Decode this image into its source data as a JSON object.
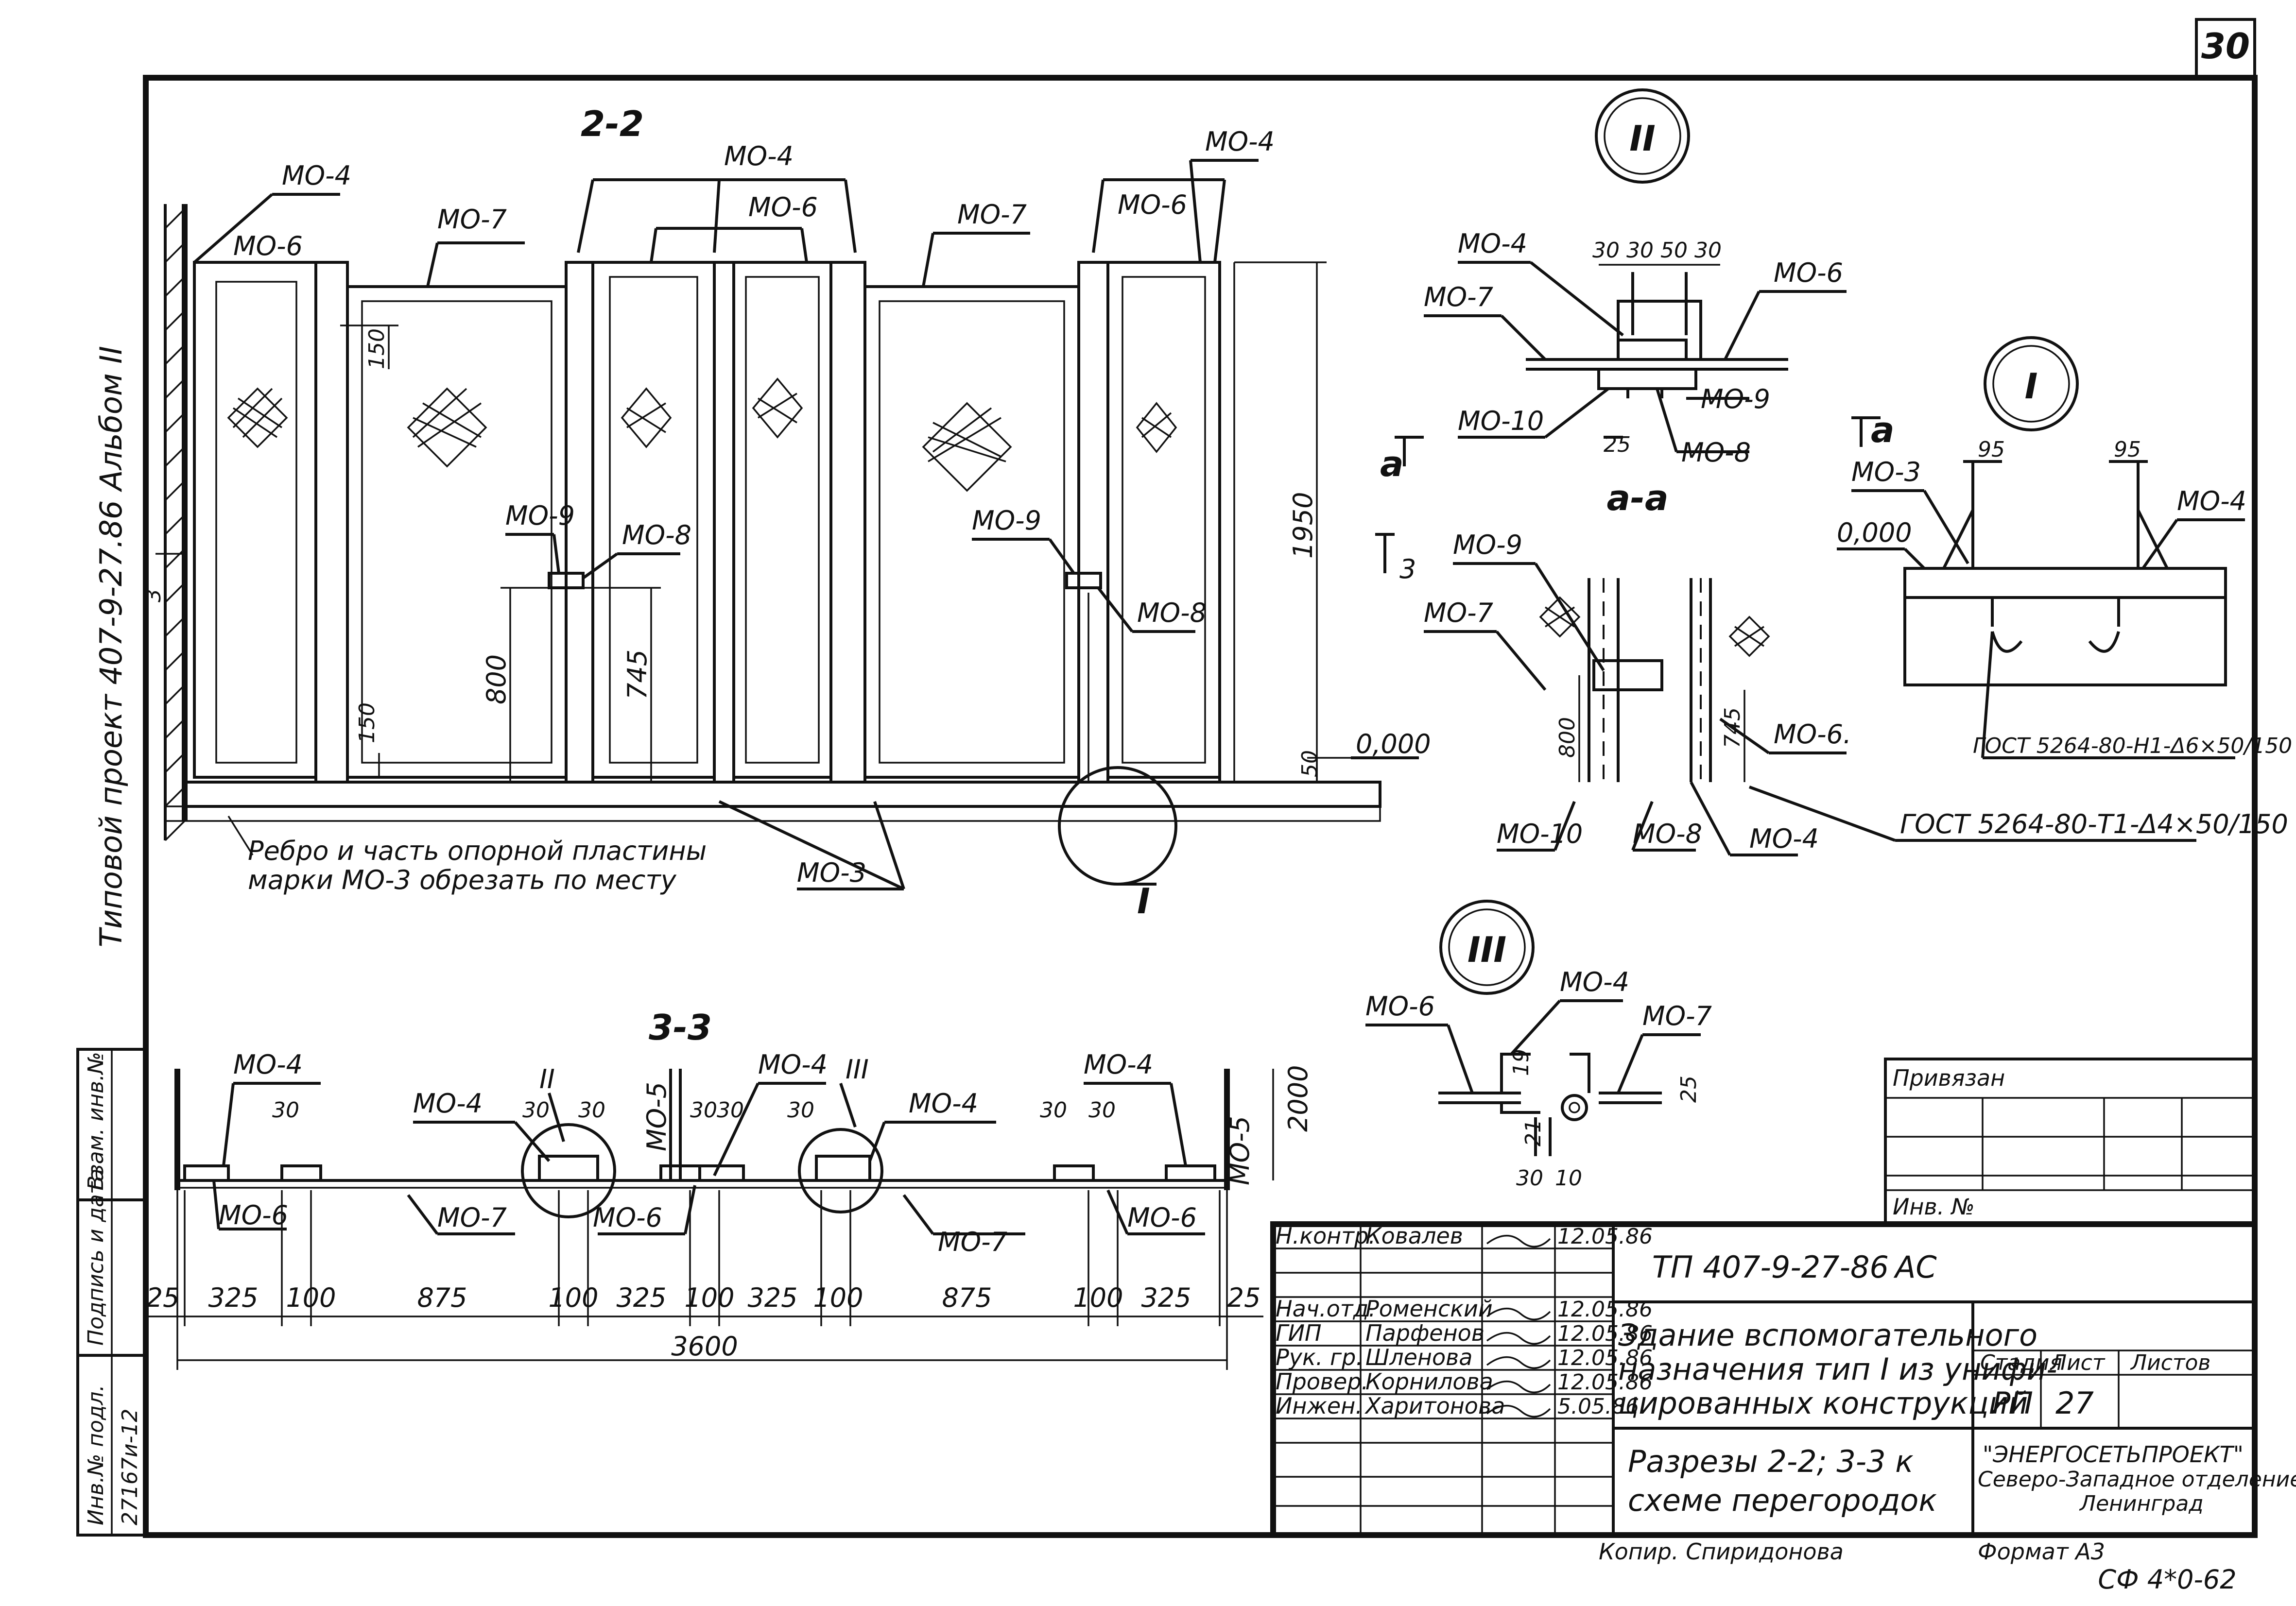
{
  "sheet": {
    "page_number": "30",
    "side_stamp": "Типовой проект 407-9-27.86 Альбом II",
    "side_block": [
      "Инв.№ подл.",
      "Подпись и дата",
      "Взам. инв.№"
    ],
    "side_inv": "27167и-12",
    "bottom_code": "СФ 4*0-62"
  },
  "section_22": {
    "title": "2-2",
    "labels": {
      "mo4": "МО-4",
      "mo6": "МО-6",
      "mo7": "МО-7",
      "mo9": "МО-9",
      "mo8": "МО-8",
      "mo3": "МО-3"
    },
    "dims": {
      "h1950": "1950",
      "h800": "800",
      "h745": "745",
      "d150": "150",
      "d50": "50",
      "level": "0,000",
      "cut_mark": "3"
    },
    "note_line1": "Ребро и часть опорной пластины",
    "note_line2": "марки МО-3 обрезать по месту",
    "callout_I": "I"
  },
  "section_33": {
    "title": "3-3",
    "labels": {
      "mo4": "МО-4",
      "mo5": "МО-5",
      "mo6": "МО-6",
      "mo7": "МО-7",
      "mark_II": "II",
      "mark_III": "III"
    },
    "d30": "30",
    "d2000": "2000",
    "bottom_dims": [
      "25",
      "325",
      "100",
      "875",
      "100",
      "325",
      "100",
      "325",
      "100",
      "875",
      "100",
      "325",
      "25"
    ],
    "total": "3600"
  },
  "detail_II": {
    "mark": "II",
    "labels": {
      "mo4": "МО-4",
      "mo6": "МО-6",
      "mo7": "МО-7",
      "mo9": "МО-9",
      "mo10": "МО-10",
      "mo8": "МО-8"
    },
    "top_dims": "30 30 50 30",
    "d25": "25",
    "cut_left": "а",
    "cut_right": "а"
  },
  "section_aa": {
    "title": "а-а",
    "labels": {
      "mo9": "МО-9",
      "mo7": "МО-7",
      "mo6": "МО-6.",
      "mo10": "МО-10",
      "mo8": "МО-8",
      "mo4": "МО-4"
    },
    "d800": "800",
    "d745": "745",
    "gost": "ГОСТ 5264-80-Т1-Δ4×50/150"
  },
  "detail_I": {
    "mark": "I",
    "labels": {
      "mo3": "МО-3",
      "mo4": "МО-4"
    },
    "d95a": "95",
    "d95b": "95",
    "level": "0,000",
    "gost": "ГОСТ 5264-80-Н1-Δ6×50/150"
  },
  "detail_III": {
    "mark": "III",
    "labels": {
      "mo6": "МО-6",
      "mo4": "МО-4",
      "mo7": "МО-7"
    },
    "d19": "19",
    "d21": "21",
    "d25": "25",
    "d30": "30",
    "d10": "10"
  },
  "title_block": {
    "privyazan": "Привязан",
    "inv_no": "Инв. №",
    "code": "ТП 407-9-27-86",
    "mark": "АС",
    "roles": [
      {
        "role": "Н.контр.",
        "name": "Ковалев",
        "date": "12.05.86"
      },
      {
        "role": "",
        "name": "",
        "date": ""
      },
      {
        "role": "Нач.отд.",
        "name": "Роменский",
        "date": "12.05.86"
      },
      {
        "role": "ГИП",
        "name": "Парфенов",
        "date": "12.05.86"
      },
      {
        "role": "Рук. гр.",
        "name": "Шленова",
        "date": "12.05.86"
      },
      {
        "role": "Провер.",
        "name": "Корнилова",
        "date": "12.05.86"
      },
      {
        "role": "Инжен.",
        "name": "Харитонова",
        "date": "5.05.86"
      }
    ],
    "building_line1": "Здание вспомогательного",
    "building_line2": "назначения тип I из унифи-",
    "building_line3": "цированных конструкций",
    "stage_h": "Стадия",
    "sheet_h": "Лист",
    "sheets_h": "Листов",
    "stage": "РП",
    "sheet_no": "27",
    "drawing_line1": "Разрезы 2-2; 3-3 к",
    "drawing_line2": "схеме перегородок",
    "org_line1": "\"ЭНЕРГОСЕТЬПРОЕКТ\"",
    "org_line2": "Северо-Западное отделение",
    "org_line3": "Ленинград",
    "copy": "Копир. Спиридонова",
    "format": "Формат А3"
  }
}
